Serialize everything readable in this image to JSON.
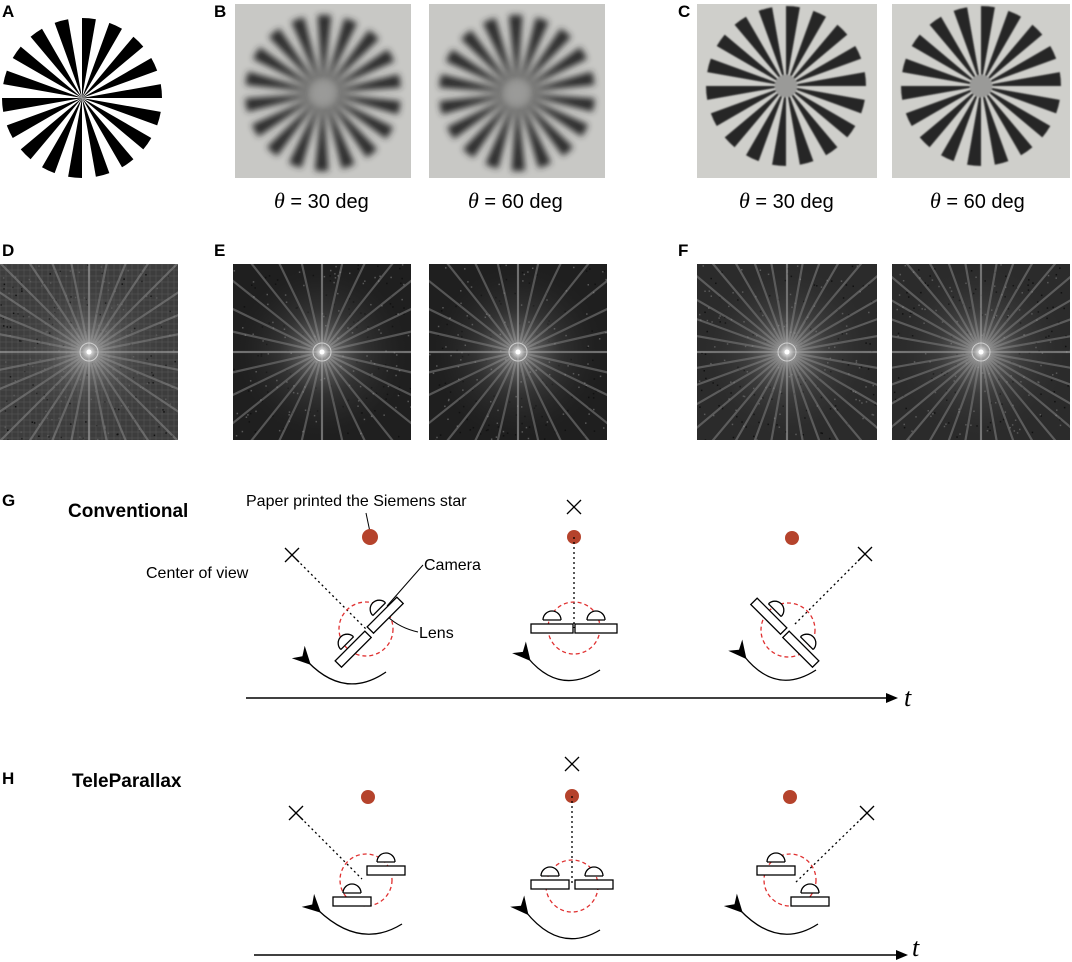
{
  "panels": {
    "A": "A",
    "B": "B",
    "C": "C",
    "D": "D",
    "E": "E",
    "F": "F",
    "G": "G",
    "H": "H"
  },
  "captions": {
    "b_left": {
      "theta": "θ",
      "text": " = 30 deg"
    },
    "b_right": {
      "theta": "θ",
      "text": " = 60 deg"
    },
    "c_left": {
      "theta": "θ",
      "text": " = 30 deg"
    },
    "c_right": {
      "theta": "θ",
      "text": " = 60 deg"
    }
  },
  "diagram_g": {
    "title": "Conventional",
    "label_paper": "Paper printed the Siemens star",
    "label_center": "Center of view",
    "label_camera": "Camera",
    "label_lens": "Lens",
    "time_axis": "t"
  },
  "diagram_h": {
    "title": "TeleParallax",
    "time_axis": "t"
  },
  "colors": {
    "star_dot": "#b5432c",
    "dashed_circle": "#e03030",
    "photo_bg": "#c9c9c6",
    "spectrum_bg": "#2a2a2a"
  }
}
